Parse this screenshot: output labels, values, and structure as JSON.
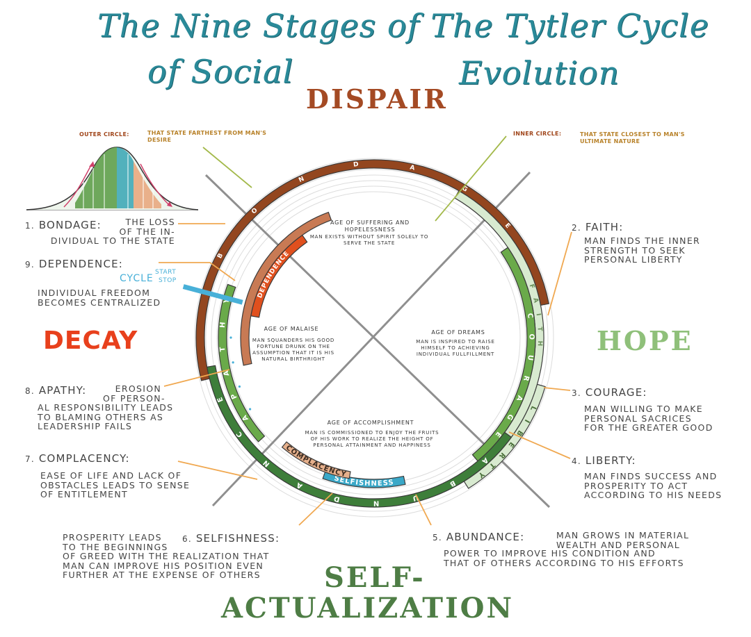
{
  "title": {
    "line1": "The Nine Stages of The Tytler Cycle",
    "line2a": "of Social",
    "line2b": "Evolution"
  },
  "quadrants": {
    "top": "DISPAIR",
    "left": "DECAY",
    "right": "HOPE",
    "bottom1": "SELF-",
    "bottom2": "ACTUALIZATION"
  },
  "legend": {
    "outer_label": "OUTER CIRCLE:",
    "outer_desc": "THAT STATE FARTHEST FROM MAN'S\nDESIRE",
    "inner_label": "INNER CIRCLE:",
    "inner_desc": "THAT STATE CLOSEST TO MAN'S\nULTIMATE NATURE"
  },
  "cycle": {
    "label": "CYCLE",
    "start": "START",
    "stop": "STOP"
  },
  "ages": [
    {
      "name": "AGE OF SUFFERING AND\nHOPELESSNESS",
      "desc": "MAN EXISTS WITHOUT SPIRIT SOLELY TO\nSERVE THE STATE"
    },
    {
      "name": "AGE OF MALAISE",
      "desc": "MAN SQUANDERS HIS GOOD\nFORTUNE DRUNK ON THE\nASSUMPTION THAT IT IS HIS\nNATURAL BIRTHRIGHT"
    },
    {
      "name": "AGE OF DREAMS",
      "desc": "MAN IS INSPIRED TO RAISE\nHIMSELF TO ACHIEVING\nINDIVIDUAL FULLFILLMENT"
    },
    {
      "name": "AGE OF ACCOMPLISHMENT",
      "desc": "MAN IS COMMISSIONED TO ENJOY THE FRUITS\nOF HIS WORK TO REALIZE THE HEIGHT OF\nPERSONAL ATTAINMENT AND HAPPINESS"
    }
  ],
  "stages": [
    {
      "num": "1.",
      "name": "BONDAGE:",
      "desc": "THE LOSS\nOF THE IN-\nDIVIDUAL TO THE STATE"
    },
    {
      "num": "2.",
      "name": "FAITH:",
      "desc": "MAN FINDS THE INNER\nSTRENGTH TO SEEK\nPERSONAL LIBERTY"
    },
    {
      "num": "3.",
      "name": "COURAGE:",
      "desc": "MAN WILLING TO MAKE\nPERSONAL SACRICES\nFOR THE GREATER GOOD"
    },
    {
      "num": "4.",
      "name": "LIBERTY:",
      "desc": "MAN FINDS SUCCESS AND\nPROSPERITY TO ACT\nACCORDING TO HIS NEEDS"
    },
    {
      "num": "5.",
      "name": "ABUNDANCE:",
      "desc_a": "MAN GROWS IN MATERIAL\nWEALTH AND PERSONAL",
      "desc_b": "POWER TO IMPROVE HIS CONDITION AND\nTHAT OF OTHERS ACCORDING TO HIS EFFORTS"
    },
    {
      "num": "6.",
      "name": "SELFISHNESS:",
      "desc_a": "PROSPERITY LEADS\nTO THE BEGINNINGS",
      "desc_b": "OF GREED WITH THE REALIZATION THAT\nMAN CAN IMPROVE HIS POSITION EVEN\nFURTHER AT THE EXPENSE OF OTHERS"
    },
    {
      "num": "7.",
      "name": "COMPLACENCY:",
      "desc": "EASE OF LIFE AND LACK OF\nOBSTACLES LEADS TO SENSE\nOF ENTITLEMENT"
    },
    {
      "num": "8.",
      "name": "APATHY:",
      "desc_a": "EROSION\nOF PERSON-",
      "desc_b": "AL RESPONSIBILITY LEADS\nTO BLAMING OTHERS AS\nLEADERSHIP FAILS"
    },
    {
      "num": "9.",
      "name": "DEPENDENCE:",
      "desc": "INDIVIDUAL FREEDOM\nBECOMES CENTRALIZED"
    }
  ],
  "arc_labels": {
    "bondage": [
      "B",
      "O",
      "N",
      "D",
      "A",
      "G",
      "E"
    ],
    "faith": "FAITH",
    "courage": [
      "C",
      "O",
      "U",
      "R",
      "A",
      "G",
      "E"
    ],
    "liberty": [
      "L",
      "I",
      "B",
      "E",
      "R",
      "T",
      "Y"
    ],
    "abundance": [
      "A",
      "B",
      "U",
      "N",
      "D",
      "A",
      "N",
      "C",
      "E"
    ],
    "apathy": [
      "A",
      "P",
      "A",
      "T",
      "H",
      "Y"
    ],
    "selfishness": "SELFISHNESS",
    "complacency": "COMPLACENCY",
    "dependence": "DEPENDENCE"
  },
  "colors": {
    "title": "#2a8a99",
    "dispair": "#a44a24",
    "decay": "#e8401c",
    "hope": "#8fc07a",
    "self": "#4e7d45",
    "bondage": "#93461f",
    "dependence": "#e0501e",
    "apathy": "#c87a54",
    "courage": "#6aaa4a",
    "faith": "#d8ead0",
    "abundance": "#3e7e3a",
    "selfishness": "#3aa8c8",
    "leader": "#f0a850",
    "leader_green": "#a3b94a",
    "cycle": "#48b0d8"
  }
}
